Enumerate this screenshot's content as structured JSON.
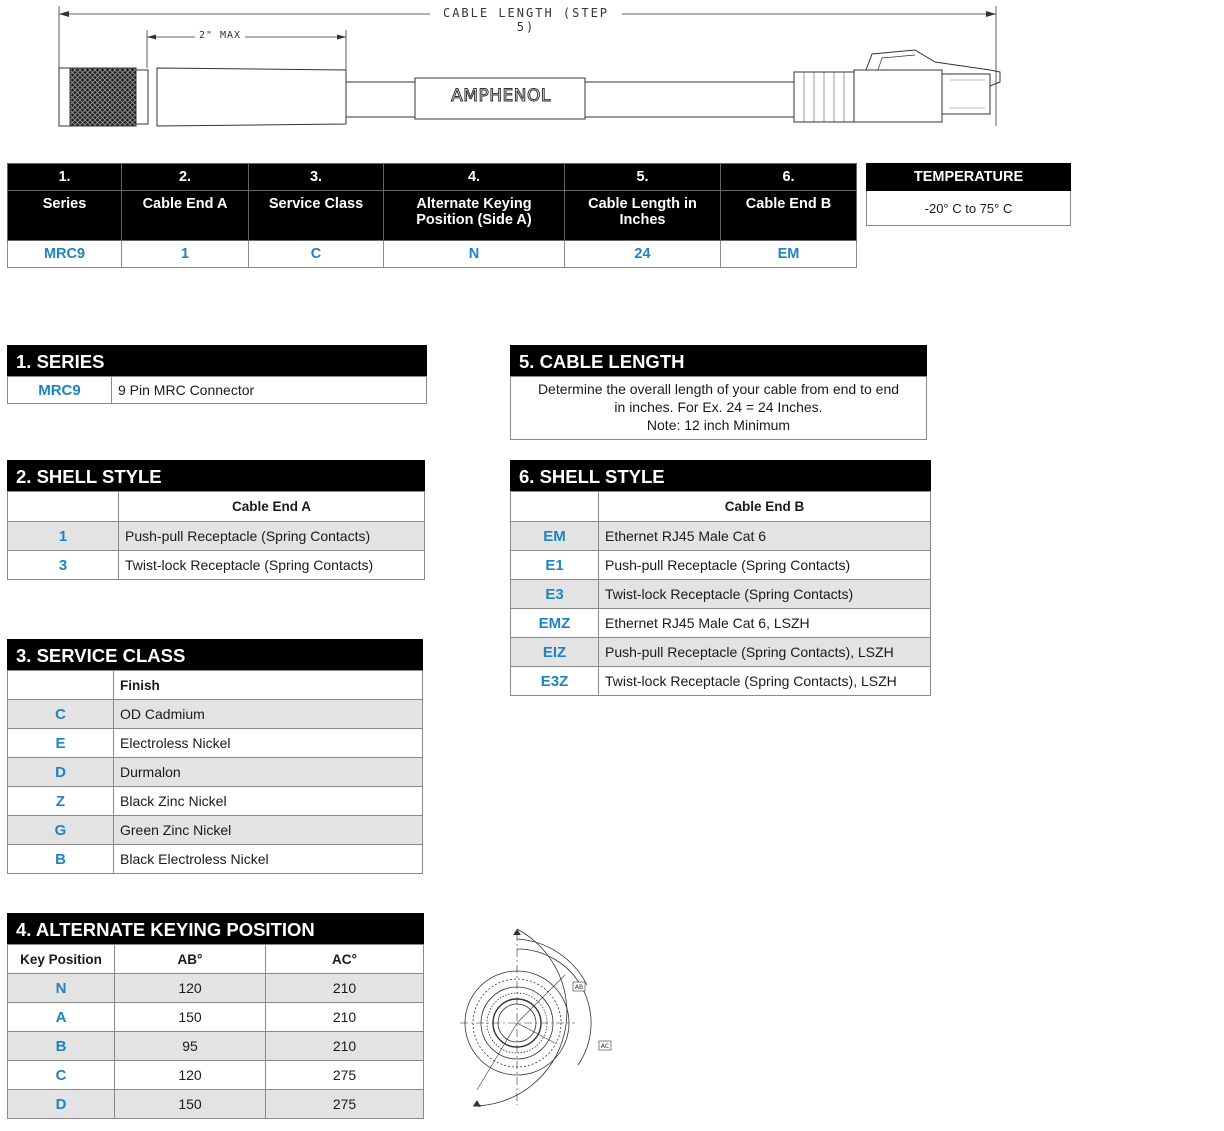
{
  "drawing": {
    "cable_length_label": "CABLE LENGTH (STEP 5)",
    "max_label": "2\" MAX",
    "brand": "AMPHENOL",
    "keying_labels": [
      "AB",
      "AC"
    ]
  },
  "part_number": {
    "numbers": [
      "1.",
      "2.",
      "3.",
      "4.",
      "5.",
      "6."
    ],
    "labels": [
      "Series",
      "Cable End A",
      "Service Class",
      "Alternate Keying Position (Side A)",
      "Cable Length in Inches",
      "Cable End B"
    ],
    "values": [
      "MRC9",
      "1",
      "C",
      "N",
      "24",
      "EM"
    ]
  },
  "temperature": {
    "title": "TEMPERATURE",
    "value": "-20° C to 75° C"
  },
  "series": {
    "title": "1. SERIES",
    "rows": [
      {
        "code": "MRC9",
        "desc": "9 Pin MRC Connector"
      }
    ]
  },
  "cable_length": {
    "title": "5. CABLE LENGTH",
    "lines": [
      "Determine the overall length of your cable from end to end",
      "in inches. For Ex. 24 = 24 Inches.",
      "Note: 12 inch Minimum"
    ]
  },
  "shell_style_a": {
    "title": "2. SHELL STYLE",
    "header": "Cable End A",
    "rows": [
      {
        "code": "1",
        "desc": "Push-pull Receptacle (Spring Contacts)"
      },
      {
        "code": "3",
        "desc": "Twist-lock Receptacle (Spring Contacts)"
      }
    ]
  },
  "shell_style_b": {
    "title": "6. SHELL STYLE",
    "header": "Cable End B",
    "rows": [
      {
        "code": "EM",
        "desc": "Ethernet RJ45 Male Cat 6"
      },
      {
        "code": "E1",
        "desc": "Push-pull Receptacle (Spring Contacts)"
      },
      {
        "code": "E3",
        "desc": "Twist-lock Receptacle (Spring Contacts)"
      },
      {
        "code": "EMZ",
        "desc": "Ethernet RJ45 Male Cat 6,  LSZH"
      },
      {
        "code": "EIZ",
        "desc": "Push-pull Receptacle (Spring Contacts), LSZH"
      },
      {
        "code": "E3Z",
        "desc": "Twist-lock Receptacle (Spring Contacts), LSZH"
      }
    ]
  },
  "service_class": {
    "title": "3. SERVICE CLASS",
    "header": "Finish",
    "rows": [
      {
        "code": "C",
        "desc": "OD Cadmium"
      },
      {
        "code": "E",
        "desc": "Electroless Nickel"
      },
      {
        "code": "D",
        "desc": "Durmalon"
      },
      {
        "code": "Z",
        "desc": "Black Zinc Nickel"
      },
      {
        "code": "G",
        "desc": "Green Zinc Nickel"
      },
      {
        "code": "B",
        "desc": "Black Electroless Nickel"
      }
    ]
  },
  "keying": {
    "title": "4. ALTERNATE KEYING POSITION",
    "headers": [
      "Key Position",
      "AB°",
      "AC°"
    ],
    "rows": [
      {
        "code": "N",
        "ab": "120",
        "ac": "210"
      },
      {
        "code": "A",
        "ab": "150",
        "ac": "210"
      },
      {
        "code": "B",
        "ab": "95",
        "ac": "210"
      },
      {
        "code": "C",
        "ab": "120",
        "ac": "275"
      },
      {
        "code": "D",
        "ab": "150",
        "ac": "275"
      }
    ]
  }
}
